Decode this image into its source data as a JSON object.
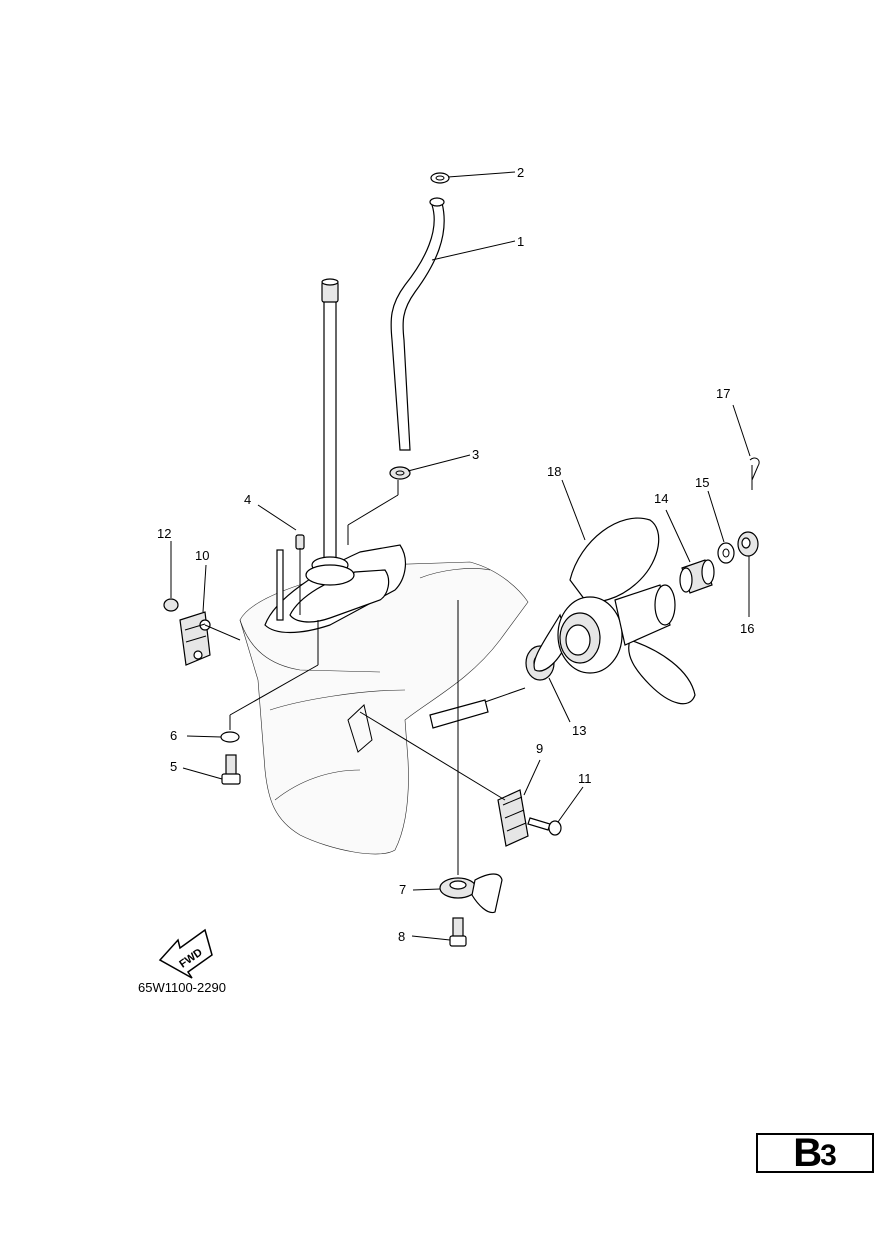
{
  "diagram": {
    "part_number": "65W1100-2290",
    "fwd_label": "FWD",
    "page_label": {
      "letter": "B",
      "number": "3"
    },
    "callouts": [
      "1",
      "2",
      "3",
      "4",
      "5",
      "6",
      "7",
      "8",
      "9",
      "10",
      "11",
      "12",
      "13",
      "14",
      "15",
      "16",
      "17",
      "18"
    ]
  }
}
